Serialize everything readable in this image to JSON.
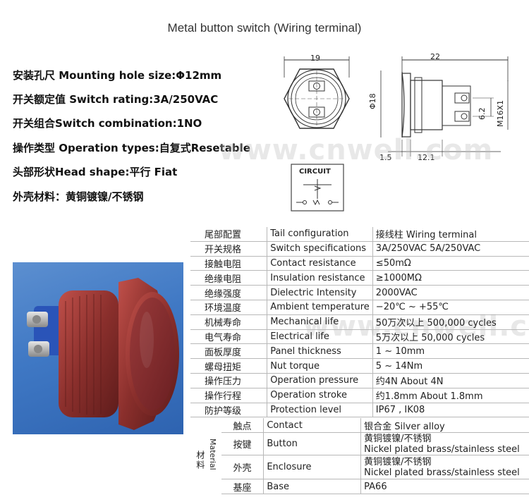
{
  "title": "Metal button switch (Wiring terminal)",
  "specs": [
    "安装孔尺 Mounting hole size:Φ12mm",
    "开关额定值 Switch rating:3A/250VAC",
    "开关组合Switch combination:1NO",
    "操作类型 Operation types:自复式Resetable",
    "头部形状Head shape:平行 Fiat",
    "外壳材料：黄铜镀镍/不锈钢"
  ],
  "drawing": {
    "width_dim": "19",
    "length_dim": "22",
    "diameter_dim": "Φ18",
    "terminal_dim": "6.2",
    "thread_dim": "M16X1",
    "flange_dim": "1.5",
    "body_dim": "12.1",
    "circuit_label": "CIRCUIT"
  },
  "watermark": "www.cnwell.com",
  "table": {
    "rows": [
      {
        "cn": "尾部配置",
        "en": "Tail configuration",
        "val": "接线柱 Wiring terminal"
      },
      {
        "cn": "开关规格",
        "en": "Switch specifications",
        "val": "3A/250VAC   5A/250VAC"
      },
      {
        "cn": "接触电阻",
        "en": "Contact resistance",
        "val": "≤50mΩ"
      },
      {
        "cn": "绝缘电阻",
        "en": "Insulation resistance",
        "val": "≥1000MΩ"
      },
      {
        "cn": "绝缘强度",
        "en": "Dielectric Intensity",
        "val": "2000VAC"
      },
      {
        "cn": "环境温度",
        "en": "Ambient temperature",
        "val": "−20℃ ~ +55℃"
      },
      {
        "cn": "机械寿命",
        "en": "Mechanical life",
        "val": "50万次以上 500,000 cycles"
      },
      {
        "cn": "电气寿命",
        "en": "Electrical life",
        "val": "5万次以上 50,000  cycles"
      },
      {
        "cn": "面板厚度",
        "en": "Panel thickness",
        "val": "1 ~ 10mm"
      },
      {
        "cn": "螺母扭矩",
        "en": "Nut torque",
        "val": "5 ~ 14Nm"
      },
      {
        "cn": "操作压力",
        "en": "Operation pressure",
        "val": "约4N About 4N"
      },
      {
        "cn": "操作行程",
        "en": "Operation stroke",
        "val": "约1.8mm About 1.8mm"
      },
      {
        "cn": "防护等级",
        "en": "Protection level",
        "val": "IP67 , IK08"
      }
    ],
    "material_label_cn": "材料",
    "material_label_en": "Material",
    "material_rows": [
      {
        "cn": "触点",
        "en": "Contact",
        "val1": "银合金 Silver alloy",
        "val2": ""
      },
      {
        "cn": "按键",
        "en": "Button",
        "val1": "黄铜镀镍/不锈钢",
        "val2": "Nickel plated brass/stainless steel"
      },
      {
        "cn": "外壳",
        "en": "Enclosure",
        "val1": "黄铜镀镍/不锈钢",
        "val2": "Nickel plated brass/stainless steel"
      },
      {
        "cn": "基座",
        "en": "Base",
        "val1": "PA66",
        "val2": ""
      }
    ]
  }
}
